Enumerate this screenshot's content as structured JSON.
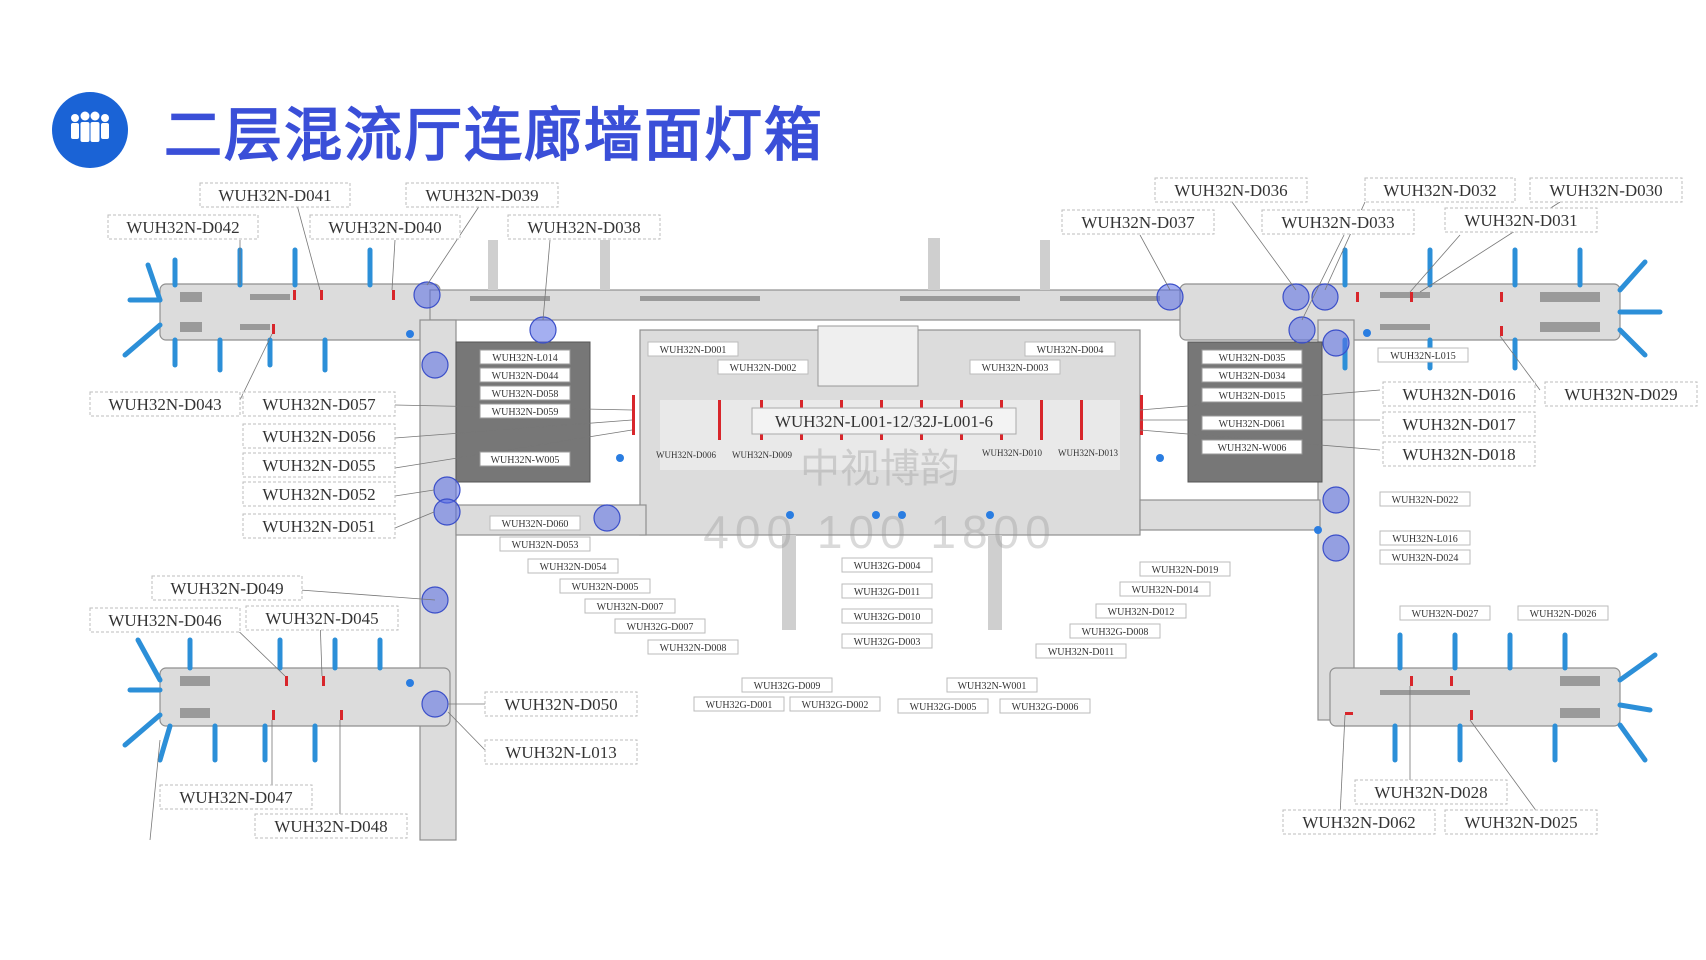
{
  "title": "二层混流厅连廊墙面灯箱",
  "logo_icon": "people-group-icon",
  "watermark": {
    "line1": "中视博韵",
    "line2": "400 100 1800"
  },
  "labels": [
    {
      "id": "d041",
      "text": "WUH32N-D041"
    },
    {
      "id": "d039",
      "text": "WUH32N-D039"
    },
    {
      "id": "d042",
      "text": "WUH32N-D042"
    },
    {
      "id": "d040",
      "text": "WUH32N-D040"
    },
    {
      "id": "d038",
      "text": "WUH32N-D038"
    },
    {
      "id": "d036",
      "text": "WUH32N-D036"
    },
    {
      "id": "d032",
      "text": "WUH32N-D032"
    },
    {
      "id": "d030",
      "text": "WUH32N-D030"
    },
    {
      "id": "d037",
      "text": "WUH32N-D037"
    },
    {
      "id": "d033",
      "text": "WUH32N-D033"
    },
    {
      "id": "d031",
      "text": "WUH32N-D031"
    },
    {
      "id": "d043",
      "text": "WUH32N-D043"
    },
    {
      "id": "d057",
      "text": "WUH32N-D057"
    },
    {
      "id": "d056",
      "text": "WUH32N-D056"
    },
    {
      "id": "d055",
      "text": "WUH32N-D055"
    },
    {
      "id": "d052",
      "text": "WUH32N-D052"
    },
    {
      "id": "d051",
      "text": "WUH32N-D051"
    },
    {
      "id": "d049",
      "text": "WUH32N-D049"
    },
    {
      "id": "d046",
      "text": "WUH32N-D046"
    },
    {
      "id": "d045",
      "text": "WUH32N-D045"
    },
    {
      "id": "d050",
      "text": "WUH32N-D050"
    },
    {
      "id": "l013",
      "text": "WUH32N-L013"
    },
    {
      "id": "d047",
      "text": "WUH32N-D047"
    },
    {
      "id": "d048",
      "text": "WUH32N-D048"
    },
    {
      "id": "d016",
      "text": "WUH32N-D016"
    },
    {
      "id": "d029",
      "text": "WUH32N-D029"
    },
    {
      "id": "d017",
      "text": "WUH32N-D017"
    },
    {
      "id": "d018",
      "text": "WUH32N-D018"
    },
    {
      "id": "d028",
      "text": "WUH32N-D028"
    },
    {
      "id": "d062",
      "text": "WUH32N-D062"
    },
    {
      "id": "d025",
      "text": "WUH32N-D025"
    },
    {
      "id": "l001",
      "text": "WUH32N-L001-12/32J-L001-6"
    }
  ],
  "small_labels": [
    {
      "id": "l014",
      "text": "WUH32N-L014"
    },
    {
      "id": "d044",
      "text": "WUH32N-D044"
    },
    {
      "id": "d058",
      "text": "WUH32N-D058"
    },
    {
      "id": "d059",
      "text": "WUH32N-D059"
    },
    {
      "id": "w005",
      "text": "WUH32N-W005"
    },
    {
      "id": "d060",
      "text": "WUH32N-D060"
    },
    {
      "id": "d053",
      "text": "WUH32N-D053"
    },
    {
      "id": "d054",
      "text": "WUH32N-D054"
    },
    {
      "id": "d005",
      "text": "WUH32N-D005"
    },
    {
      "id": "d007",
      "text": "WUH32N-D007"
    },
    {
      "id": "g007",
      "text": "WUH32G-D007"
    },
    {
      "id": "d008",
      "text": "WUH32N-D008"
    },
    {
      "id": "d001",
      "text": "WUH32N-D001"
    },
    {
      "id": "d002",
      "text": "WUH32N-D002"
    },
    {
      "id": "d004",
      "text": "WUH32N-D004"
    },
    {
      "id": "d003",
      "text": "WUH32N-D003"
    },
    {
      "id": "g004",
      "text": "WUH32G-D004"
    },
    {
      "id": "g011",
      "text": "WUH32G-D011"
    },
    {
      "id": "g010",
      "text": "WUH32G-D010"
    },
    {
      "id": "g003",
      "text": "WUH32G-D003"
    },
    {
      "id": "g009",
      "text": "WUH32G-D009"
    },
    {
      "id": "g001",
      "text": "WUH32G-D001"
    },
    {
      "id": "g002",
      "text": "WUH32G-D002"
    },
    {
      "id": "g005",
      "text": "WUH32G-D005"
    },
    {
      "id": "w001",
      "text": "WUH32N-W001"
    },
    {
      "id": "g006",
      "text": "WUH32G-D006"
    },
    {
      "id": "d019",
      "text": "WUH32N-D019"
    },
    {
      "id": "d014",
      "text": "WUH32N-D014"
    },
    {
      "id": "d012",
      "text": "WUH32N-D012"
    },
    {
      "id": "g008",
      "text": "WUH32G-D008"
    },
    {
      "id": "d011",
      "text": "WUH32N-D011"
    },
    {
      "id": "d035",
      "text": "WUH32N-D035"
    },
    {
      "id": "d034",
      "text": "WUH32N-D034"
    },
    {
      "id": "d015",
      "text": "WUH32N-D015"
    },
    {
      "id": "d061",
      "text": "WUH32N-D061"
    },
    {
      "id": "w006",
      "text": "WUH32N-W006"
    },
    {
      "id": "l015",
      "text": "WUH32N-L015"
    },
    {
      "id": "d022",
      "text": "WUH32N-D022"
    },
    {
      "id": "l016",
      "text": "WUH32N-L016"
    },
    {
      "id": "d024",
      "text": "WUH32N-D024"
    },
    {
      "id": "d027",
      "text": "WUH32N-D027"
    },
    {
      "id": "d026",
      "text": "WUH32N-D026"
    },
    {
      "id": "d006",
      "text": "WUH32N-D006"
    },
    {
      "id": "d009",
      "text": "WUH32N-D009"
    },
    {
      "id": "d010",
      "text": "WUH32N-D010"
    },
    {
      "id": "d013",
      "text": "WUH32N-D013"
    }
  ]
}
